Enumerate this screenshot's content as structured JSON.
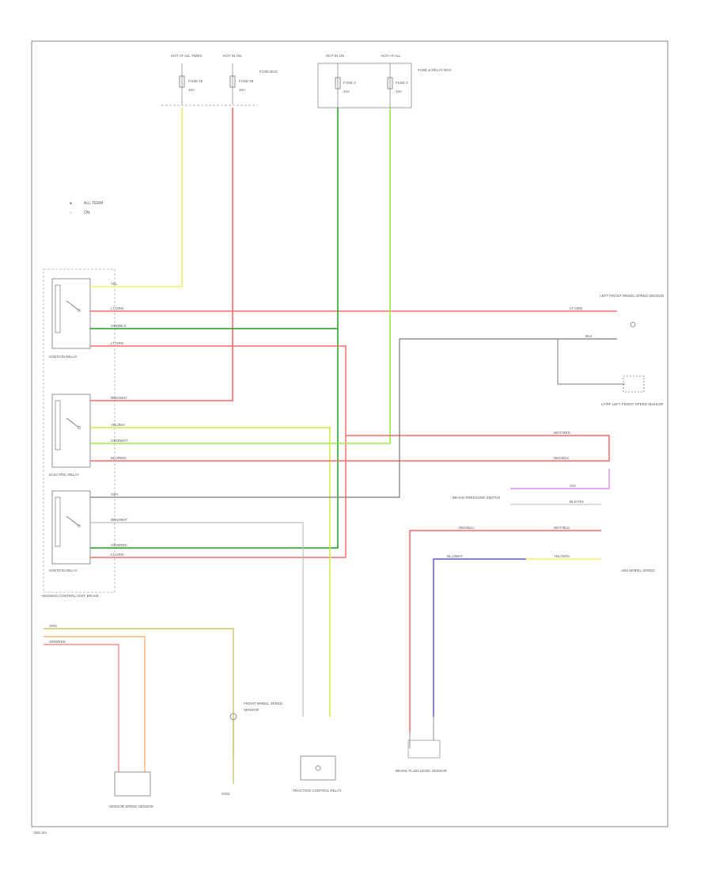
{
  "colors": {
    "yellow": "#f2f26a",
    "red": "#ff6b6b",
    "green": "#1f9e1f",
    "light_green": "#9be84a",
    "gray": "#9a9a9a",
    "dark_gray": "#6e6e6e",
    "violet": "#d88ef0",
    "blue": "#5a5ae6",
    "orange": "#ffb070",
    "frame": "#8a8a8a"
  },
  "legend": {
    "row1_symbol": "●",
    "row1_text": "ALL TERM",
    "row2_symbol": "○",
    "row2_text": "ON"
  },
  "fuses": {
    "f1_header": "HOT AT ALL TIMES",
    "f1_name": "FUSE 15",
    "f1_rating": "10A",
    "f2_header": "HOT IN ON",
    "f2_name": "FUSE 28",
    "f2_rating": "10A",
    "f2_box": "FUSE BOX",
    "f3_header": "HOT IN ON",
    "f3_name": "FUSE 2",
    "f3_rating": "10A",
    "f4_header": "HOT AT ALL",
    "f4_name": "FUSE 4",
    "f4_rating": "10A",
    "f4_box": "FUSE & RELAY BOX"
  },
  "relays": {
    "r1_label": "IGNITION RELAY",
    "r2_label": "ELECTRIC RELAY",
    "r3_label": "IGNITION RELAY",
    "box_label": "ABS/SKID CONTROL UNIT, BRAKE"
  },
  "wires": {
    "w_yel": "YEL",
    "w_ltgrn_red": "LT GRN",
    "w_grn_blk": "GRN/BLK",
    "w_ltgrn2": "LT GRN",
    "w_ylw_blk": "YEL/BLK",
    "w_grn_wht": "GRN/WHT",
    "w_red_wht": "RED/WHT",
    "w_blu_red": "BLU/RED",
    "w_gry": "GRY",
    "w_ltg_red3": "LT GRN",
    "w_brn_wht": "BRN/WHT",
    "w_grn_red": "GRN/RED",
    "w_ltg_red4": "LT GRN",
    "w_blk": "BLK",
    "w_wht_red": "WHT/RED",
    "w_red_blk": "RED/BLK",
    "w_vio": "VIO",
    "w_blk_yel": "BLK/YEL",
    "w_red_blu": "RED/BLU",
    "w_wht_blu": "WHT/BLU",
    "w_yel_grn": "YEL/GRN",
    "w_blu_wht": "BLU/WHT",
    "w_org": "ORG",
    "w_grn_red2": "GRN/RED"
  },
  "components": {
    "right_top": "LEFT FRONT WHEEL SPEED SENSOR",
    "right_mid": "LF/RF LEFT FRONT SPEED SENSOR",
    "right_brake": "BRAKE PRESSURE SWITCH",
    "right_bottom": "ABS WHEEL SPEED",
    "bot1": "SENSOR SPEED SENSOR",
    "bot2": "FRONT WHEEL SPEED",
    "bot2_sub": "SENSOR",
    "bot3": "TRACTION CONTROL RELAY",
    "bot4": "BRAKE FLUID LEVEL SENSOR",
    "ground": "G201",
    "page_no": "ABS-4/4"
  }
}
